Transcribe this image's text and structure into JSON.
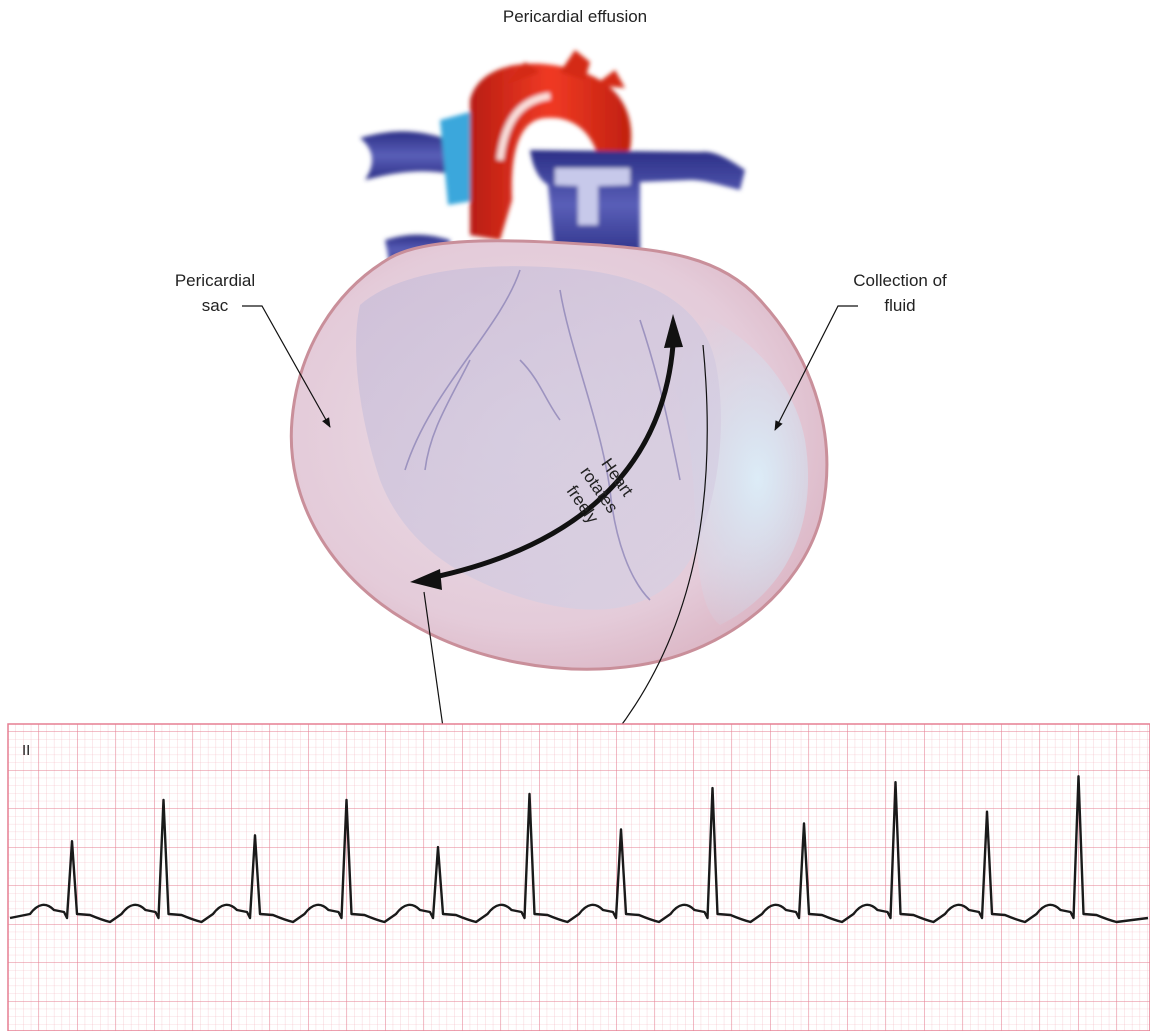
{
  "title": "Pericardial effusion",
  "labels": {
    "pericardial_sac": [
      "Pericardial",
      "sac"
    ],
    "collection_of_fluid": [
      "Collection of",
      "fluid"
    ],
    "heart_rotates": [
      "Heart",
      "rotates",
      "freely"
    ]
  },
  "ecg": {
    "lead": "II",
    "beat_count": 12,
    "r_amplitudes_mm": [
      12,
      19,
      13,
      19,
      11,
      20,
      14,
      21,
      15,
      22,
      17,
      23
    ],
    "grid_color": "#e8909f",
    "trace_color": "#1a1a1a"
  },
  "colors": {
    "sac": "#e7d3e0",
    "fluid": "#cfe2f1",
    "aorta": "#e0301f",
    "veins": "#3a3f9a",
    "arrow": "#111111"
  }
}
